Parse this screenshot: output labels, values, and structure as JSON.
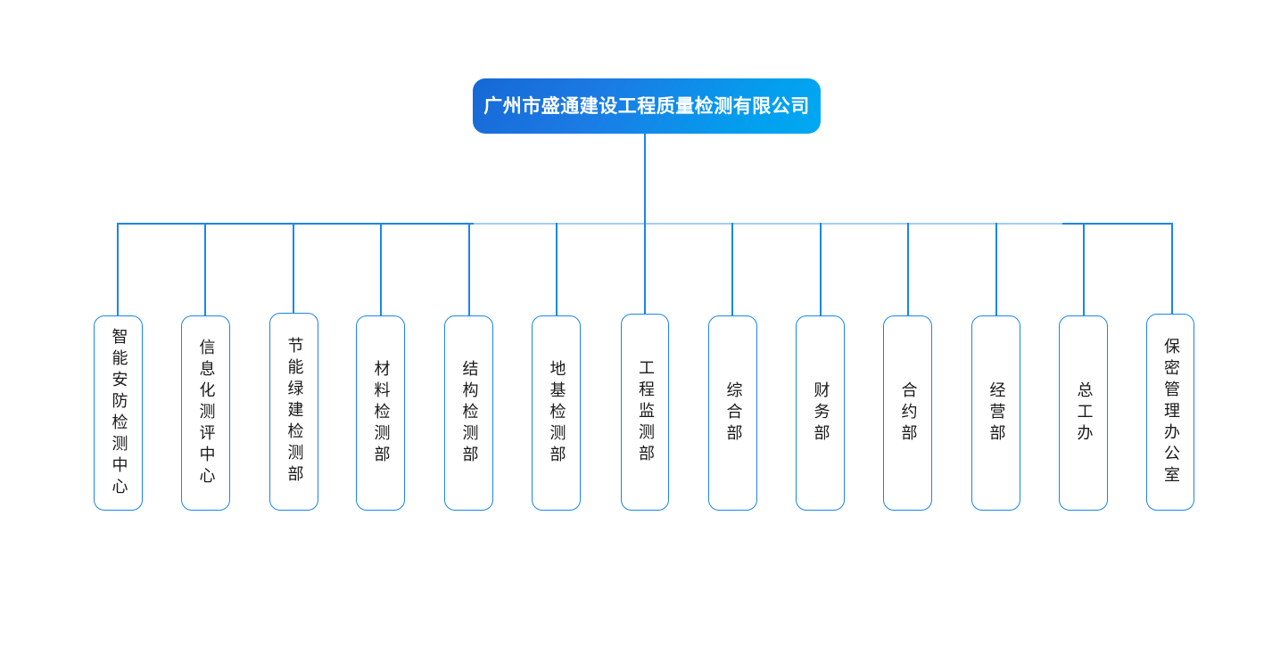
{
  "chart_title": "广州市盛通建设工程质量检测有限公司",
  "root": {
    "label": "广州市盛通建设工程质量检测有限公司",
    "accent_start": "#1668d6",
    "accent_end": "#00a9f2",
    "text_color": "#ffffff"
  },
  "connector": {
    "color": "#1a86e8",
    "faded_color": "#9fcdf4"
  },
  "leaf_style": {
    "border_color": "#1a86e8",
    "text_color": "#1a1a1a",
    "background": "#ffffff"
  },
  "departments": [
    {
      "label": "智能安防检测中心"
    },
    {
      "label": "信息化测评中心"
    },
    {
      "label": "节能绿建检测部"
    },
    {
      "label": "材料检测部"
    },
    {
      "label": "结构检测部"
    },
    {
      "label": "地基检测部"
    },
    {
      "label": "工程监测部"
    },
    {
      "label": "综合部"
    },
    {
      "label": "财务部"
    },
    {
      "label": "合约部"
    },
    {
      "label": "经营部"
    },
    {
      "label": "总工办"
    },
    {
      "label": "保密管理办公室"
    }
  ]
}
